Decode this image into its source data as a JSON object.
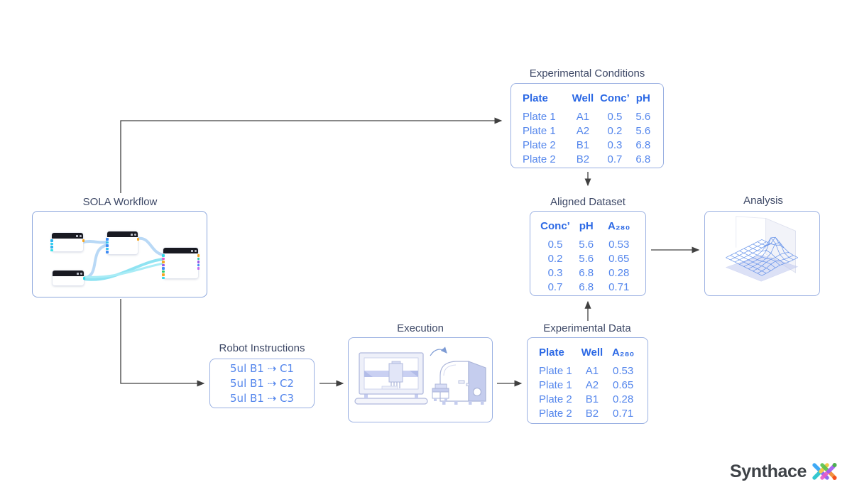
{
  "diagram": {
    "sola": {
      "label": "SOLA Workflow"
    },
    "conditions": {
      "label": "Experimental Conditions",
      "table": {
        "headers": [
          "Plate",
          "Well",
          "Conc’",
          "pH"
        ],
        "rows": [
          [
            "Plate 1",
            "A1",
            "0.5",
            "5.6"
          ],
          [
            "Plate 1",
            "A2",
            "0.2",
            "5.6"
          ],
          [
            "Plate 2",
            "B1",
            "0.3",
            "6.8"
          ],
          [
            "Plate 2",
            "B2",
            "0.7",
            "6.8"
          ]
        ]
      }
    },
    "aligned": {
      "label": "Aligned Dataset",
      "table": {
        "headers": [
          "Conc’",
          "pH",
          "A₂₈₀"
        ],
        "rows": [
          [
            "0.5",
            "5.6",
            "0.53"
          ],
          [
            "0.2",
            "5.6",
            "0.65"
          ],
          [
            "0.3",
            "6.8",
            "0.28"
          ],
          [
            "0.7",
            "6.8",
            "0.71"
          ]
        ]
      }
    },
    "analysis": {
      "label": "Analysis",
      "illustration": "3d-surface-plot"
    },
    "robot": {
      "label": "Robot Instructions",
      "lines": [
        "5ul B1 ⇢ C1",
        "5ul B1 ⇢ C2",
        "5ul B1 ⇢ C3"
      ]
    },
    "execution": {
      "label": "Execution",
      "illustrations": [
        "liquid-handling-robot",
        "plate-reader"
      ]
    },
    "expdata": {
      "label": "Experimental Data",
      "table": {
        "headers": [
          "Plate",
          "Well",
          "A₂₈₀"
        ],
        "rows": [
          [
            "Plate 1",
            "A1",
            "0.53"
          ],
          [
            "Plate 1",
            "A2",
            "0.65"
          ],
          [
            "Plate 2",
            "B1",
            "0.28"
          ],
          [
            "Plate 2",
            "B2",
            "0.71"
          ]
        ]
      }
    }
  },
  "logo": {
    "text": "Synthace"
  },
  "colors": {
    "table_header_blue": "#2c69e5",
    "table_text_blue": "#5486ec",
    "label_text": "#3d4866",
    "box_border": "#9ab0e2",
    "arrow": "#404040",
    "connection_blue": "#b9d9f6",
    "connection_cyan": "#8fe3f2",
    "node_header": "#191a22",
    "illustration_lavender": "#c5cdee"
  }
}
